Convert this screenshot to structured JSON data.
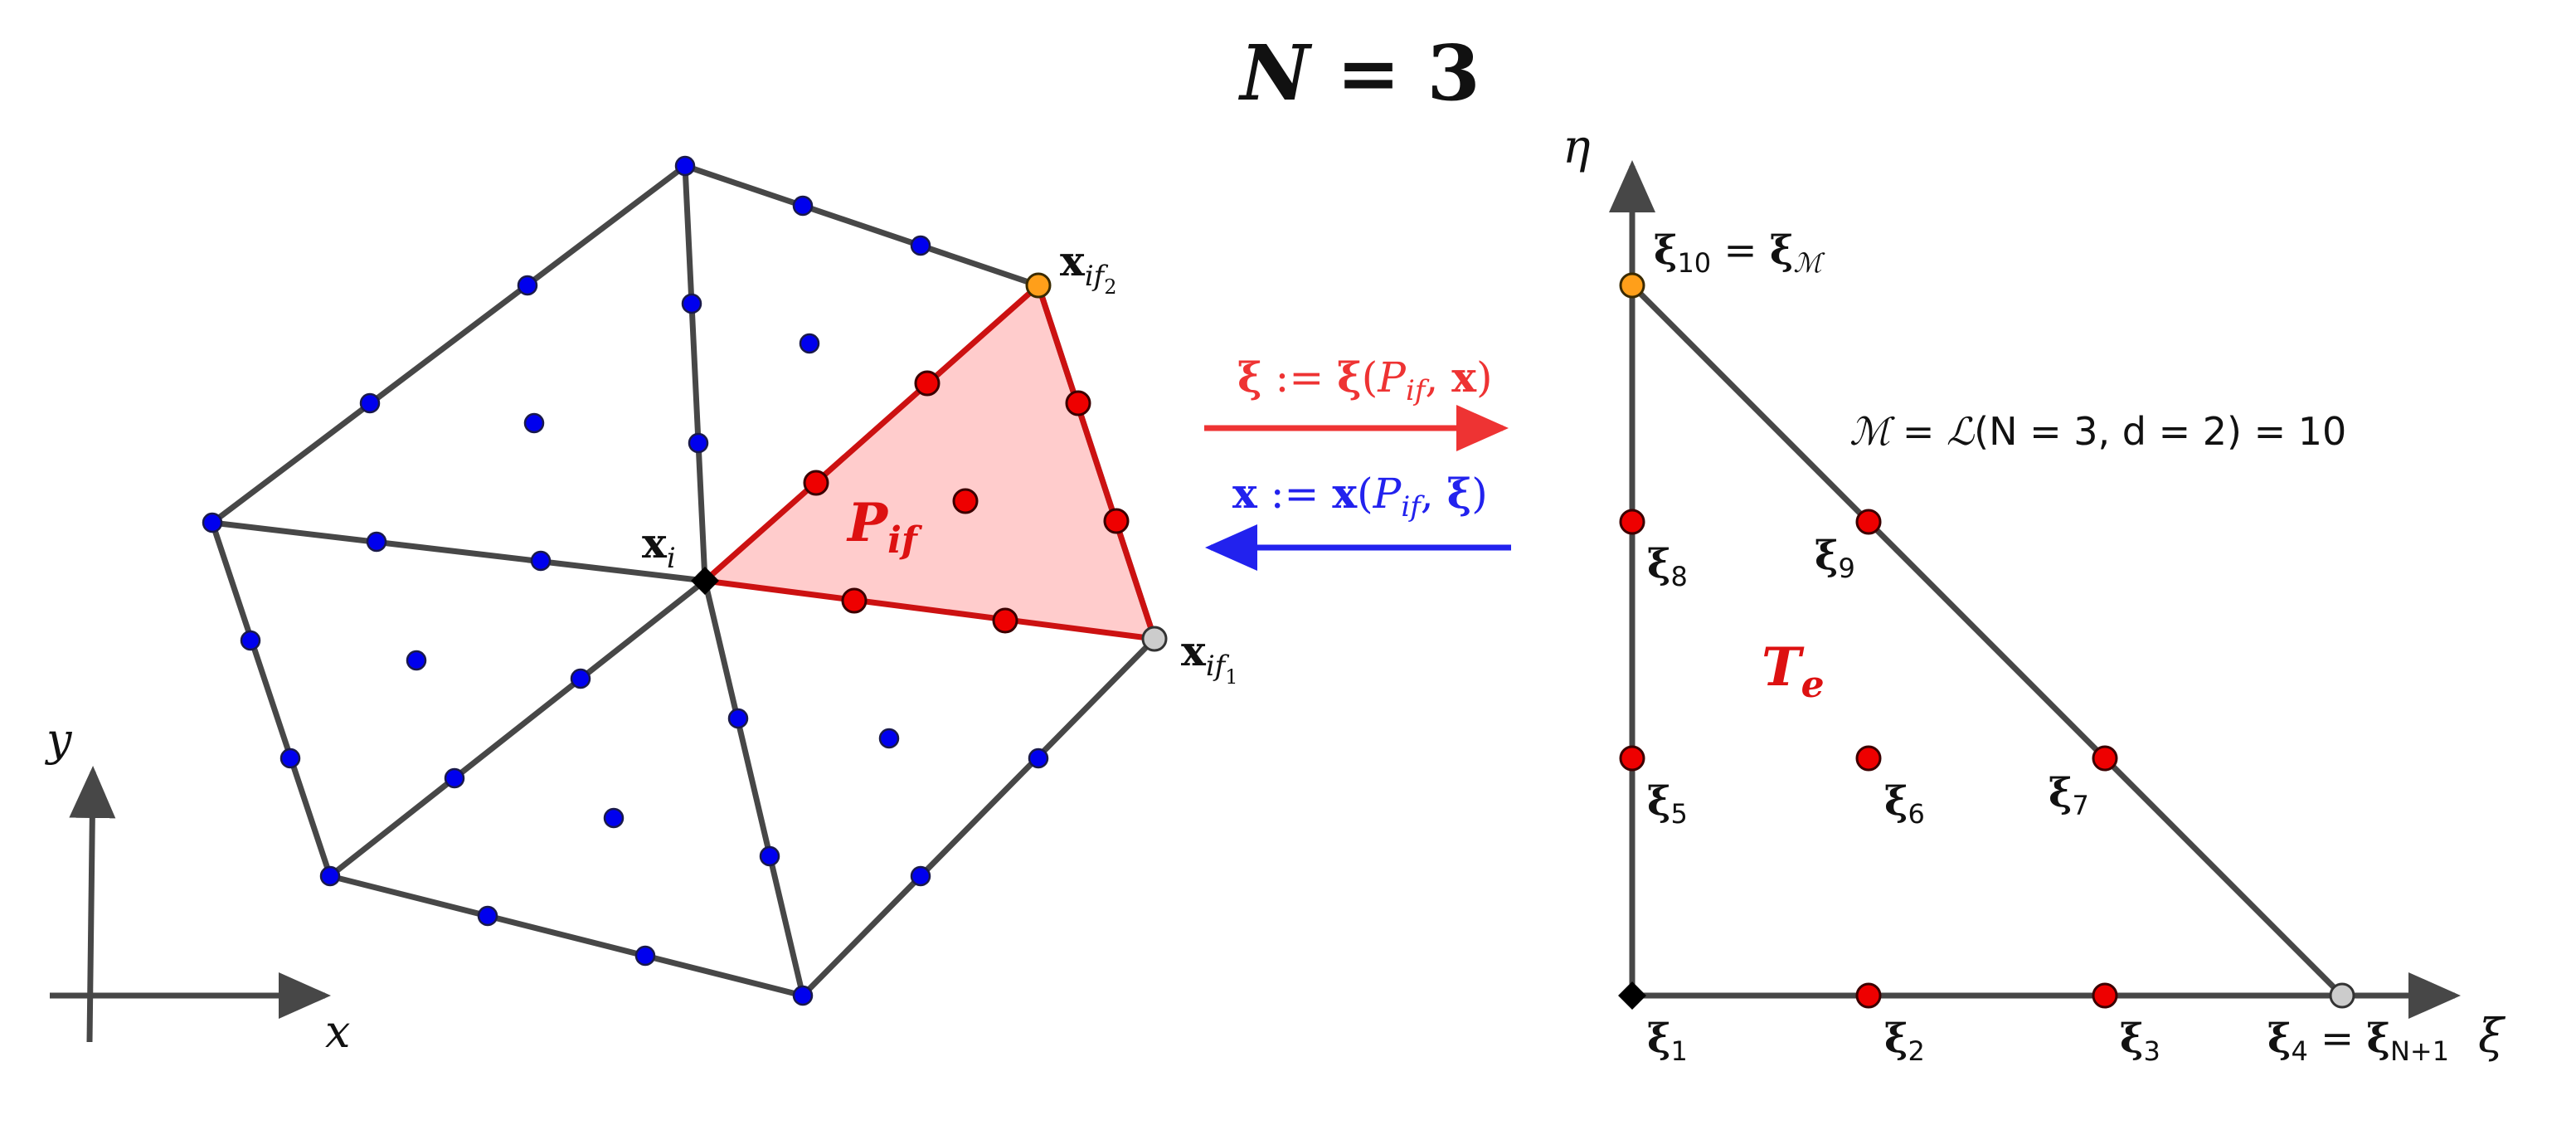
{
  "title": {
    "main": "N",
    "eq": " = 3"
  },
  "left_axes": {
    "x": "x",
    "y": "y"
  },
  "right_axes": {
    "xi": "ξ",
    "eta": "η"
  },
  "left_labels": {
    "xi_node": {
      "main": "x",
      "sub": "i"
    },
    "xif1": {
      "main": "x",
      "sub": "if",
      "subsub": "1"
    },
    "xif2": {
      "main": "x",
      "sub": "if",
      "subsub": "2"
    },
    "pif": {
      "main": "P",
      "sub": "if"
    }
  },
  "mappings": {
    "forward": {
      "a": "ξ",
      "b": " := ",
      "c": "ξ",
      "d": "(",
      "e": "P",
      "f": "if",
      "g": ", ",
      "h": "x",
      "i": ")"
    },
    "backward": {
      "a": "x",
      "b": " := ",
      "c": "x",
      "d": "(",
      "e": "P",
      "f": "if",
      "g": ", ",
      "h": "ξ",
      "i": ")"
    },
    "colors": {
      "forward": "#ee3333",
      "backward": "#2222ee"
    }
  },
  "reference": {
    "te": {
      "main": "T",
      "sub": "e"
    },
    "M_eq": {
      "a": "ℳ",
      "b": " = ",
      "c": "ℒ",
      "d": "(N = 3, d = 2) = 10"
    },
    "xi_labels": [
      {
        "sym": "ξ",
        "sub": "1"
      },
      {
        "sym": "ξ",
        "sub": "2"
      },
      {
        "sym": "ξ",
        "sub": "3"
      },
      {
        "sym": "ξ",
        "sub": "4",
        "eq": " = ",
        "sym2": "ξ",
        "sub2": "N+1"
      },
      {
        "sym": "ξ",
        "sub": "5"
      },
      {
        "sym": "ξ",
        "sub": "6"
      },
      {
        "sym": "ξ",
        "sub": "7"
      },
      {
        "sym": "ξ",
        "sub": "8"
      },
      {
        "sym": "ξ",
        "sub": "9"
      },
      {
        "sym": "ξ",
        "sub": "10",
        "eq": " = ",
        "sym2": "ξ",
        "sub2": "ℳ"
      }
    ]
  },
  "colors": {
    "edge": "#474747",
    "red_fill": "#ffcccc",
    "red_edge": "#cc1111",
    "blue_point": "#0000ee",
    "red_point": "#ee0000",
    "orange_point": "#ff9f1a",
    "gray_point": "#cccccc"
  }
}
